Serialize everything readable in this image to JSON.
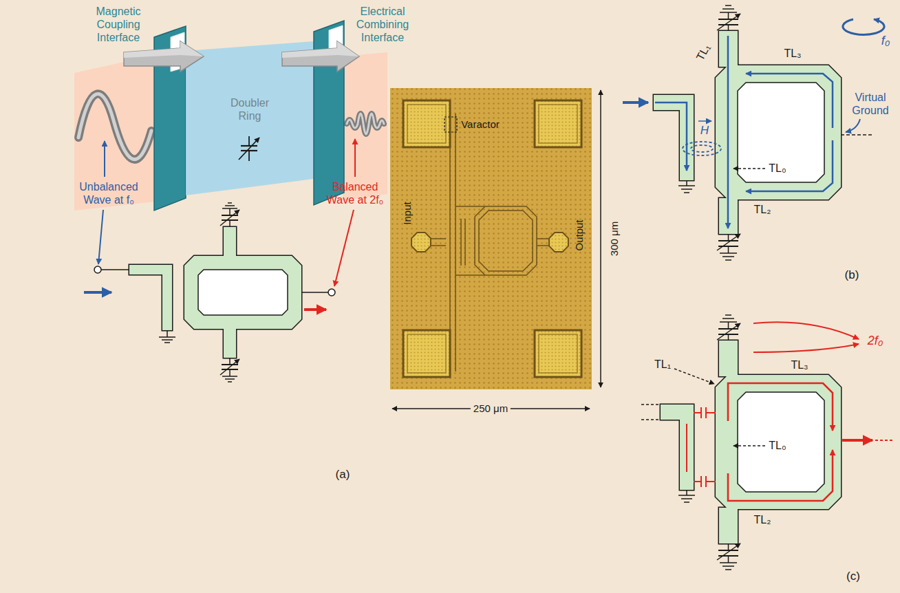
{
  "diagram": {
    "nodes": [
      {
        "text": [
          "Magnetic Coupling Interface"
        ]
      },
      {
        "text": [
          "Doubler Ring"
        ]
      },
      {
        "text": [
          "Electrical Combining Interface"
        ]
      }
    ],
    "labels": [
      "Unbalanced Wave at f₀",
      "Balanced Wave at 2f₀",
      "Varactor",
      "Input",
      "Output",
      "300 μm",
      "250 μm",
      "(a)",
      "TL₁",
      "TL₃",
      "Virtual Ground",
      "H",
      "TL₀",
      "TL₂",
      "f₀",
      "(b)",
      "TL₁",
      "TL₃",
      "TL₀",
      "TL₂",
      "2f₀",
      "(c)"
    ]
  }
}
